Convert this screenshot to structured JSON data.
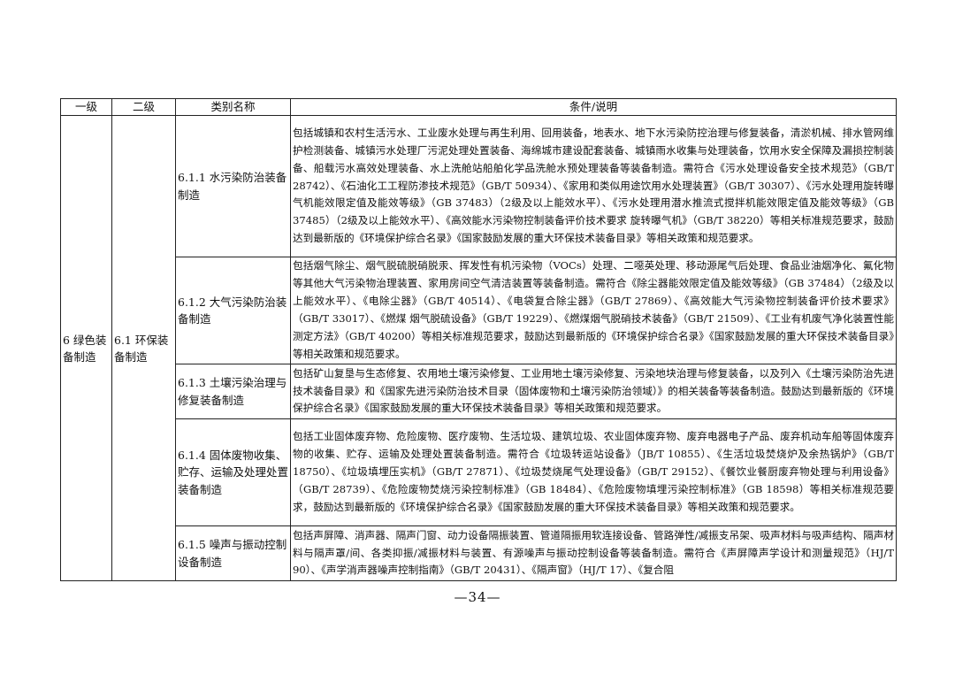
{
  "table": {
    "headers": [
      "一级",
      "二级",
      "类别名称",
      "条件/说明"
    ],
    "level1": "6 绿色装备制造",
    "level2": "6.1 环保装备制造",
    "rows": [
      {
        "name": "6.1.1 水污染防治装备制造",
        "description": "包括城镇和农村生活污水、工业废水处理与再生利用、回用装备，地表水、地下水污染防控治理与修复装备，清淤机械、排水管网维护检测装备、城镇污水处理厂污泥处理处置装备、海绵城市建设配套装备、城镇雨水收集与处理装备，饮用水安全保障及漏损控制装备、船载污水高效处理装备、水上洗舱站船舶化学品洗舱水预处理装备等装备制造。需符合《污水处理设备安全技术规范》（GB/T 28742）、《石油化工工程防渗技术规范》（GB/T 50934）、《家用和类似用途饮用水处理装置》（GB/T 30307）、《污水处理用旋转曝气机能效限定值及能效等级》（GB 37483）（2级及以上能效水平）、《污水处理用潜水推流式搅拌机能效限定值及能效等级》（GB 37485）（2级及以上能效水平）、《高效能水污染物控制装备评价技术要求 旋转曝气机》（GB/T 38220）等相关标准规范要求，鼓励达到最新版的《环境保护综合名录》《国家鼓励发展的重大环保技术装备目录》等相关政策和规范要求。"
      },
      {
        "name": "6.1.2 大气污染防治装备制造",
        "description": "包括烟气除尘、烟气脱硫脱硝脱汞、挥发性有机污染物（VOCs）处理、二噁英处理、移动源尾气后处理、食品业油烟净化、氟化物等其他大气污染物治理装置、家用房间空气清洁装置等装备制造。需符合《除尘器能效限定值及能效等级》（GB 37484）（2级及以上能效水平）、《电除尘器》（GB/T 40514）、《电袋复合除尘器》（GB/T 27869）、《高效能大气污染物控制装备评价技术要求》（GB/T 33017）、《燃煤 烟气脱硫设备》（GB/T 19229）、《燃煤烟气脱硝技术装备》（GB/T 21509）、《工业有机废气净化装置性能测定方法》（GB/T 40200）等相关标准规范要求，鼓励达到最新版的《环境保护综合名录》《国家鼓励发展的重大环保技术装备目录》等相关政策和规范要求。"
      },
      {
        "name": "6.1.3 土壤污染治理与修复装备制造",
        "description": "包括矿山复垦与生态修复、农用地土壤污染修复、工业用地土壤污染修复、污染地块治理与修复装备，以及列入《土壤污染防治先进技术装备目录》和《国家先进污染防治技术目录（固体废物和土壤污染防治领域）》的相关装备等装备制造。鼓励达到最新版的《环境保护综合名录》《国家鼓励发展的重大环保技术装备目录》等相关政策和规范要求。"
      },
      {
        "name": "6.1.4 固体废物收集、贮存、运输及处理处置装备制造",
        "description": "包括工业固体废弃物、危险废物、医疗废物、生活垃圾、建筑垃圾、农业固体废弃物、废弃电器电子产品、废弃机动车船等固体废弃物的收集、贮存、运输及处理处置装备制造。需符合《垃圾转运站设备》（JB/T 10855）、《生活垃圾焚烧炉及余热锅炉》（GB/T 18750）、《垃圾填埋压实机》（GB/T 27871）、《垃圾焚烧尾气处理设备》（GB/T 29152）、《餐饮业餐厨废弃物处理与利用设备》（GB/T 28739）、《危险废物焚烧污染控制标准》（GB 18484）、《危险废物填埋污染控制标准》（GB 18598）等相关标准规范要求，鼓励达到最新版的《环境保护综合名录》《国家鼓励发展的重大环保技术装备目录》等相关政策和规范要求。"
      },
      {
        "name": "6.1.5 噪声与振动控制设备制造",
        "description": "包括声屏障、消声器、隔声门窗、动力设备隔振装置、管道隔振用软连接设备、管路弹性/减振支吊架、吸声材料与吸声结构、隔声材料与隔声罩/间、各类抑振/减振材料与装置、有源噪声与振动控制设备等装备制造。需符合《声屏障声学设计和测量规范》（HJ/T 90）、《声学消声器噪声控制指南》（GB/T 20431）、《隔声窗》（HJ/T 17）、《复合阻"
      }
    ]
  },
  "footer": {
    "page_number": "—34—"
  }
}
